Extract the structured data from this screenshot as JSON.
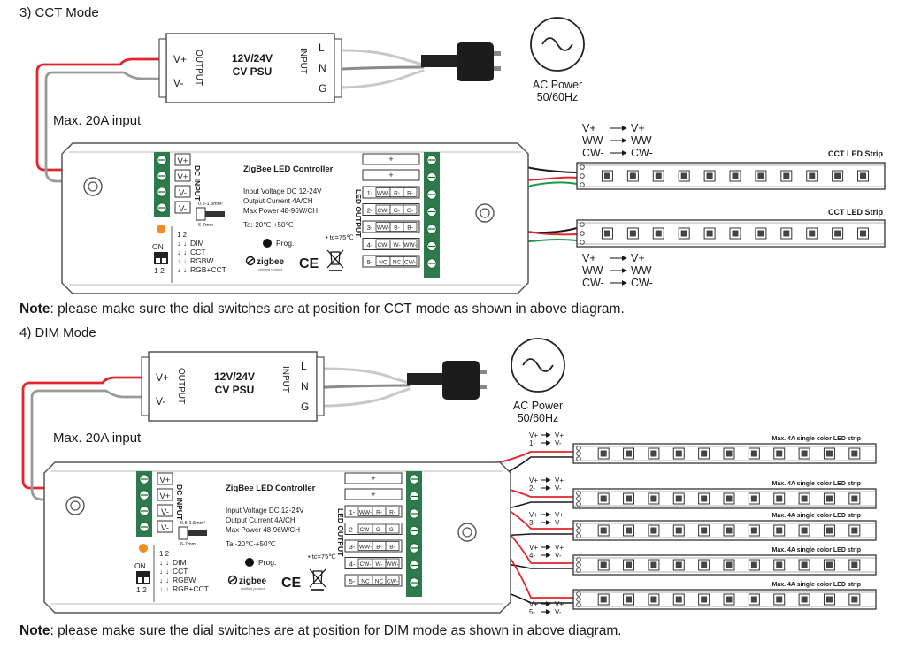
{
  "sections": [
    {
      "title": "3) CCT Mode",
      "note_bold": "Note",
      "note_text": ": please make sure the dial switches are at position for CCT mode as shown in above diagram.",
      "max_input": "Max. 20A input",
      "strip_label": "CCT LED Strip",
      "strip_mapping": [
        "V+",
        "WW-",
        "CW-"
      ]
    },
    {
      "title": "4) DIM Mode",
      "note_bold": "Note",
      "note_text": ": please make sure the dial switches are at position for DIM mode as shown in above diagram.",
      "max_input": "Max. 20A input",
      "strip_label": "Max. 4A single color LED strip",
      "dim_channels": [
        {
          "plus": "V+",
          "minus": "1-"
        },
        {
          "plus": "V+",
          "minus": "2-"
        },
        {
          "plus": "V+",
          "minus": "3-"
        },
        {
          "plus": "V+",
          "minus": "4-"
        },
        {
          "plus": "V+",
          "minus": "5-"
        }
      ],
      "dim_target": [
        "V+",
        "V-"
      ]
    }
  ],
  "psu": {
    "title_line1": "12V/24V",
    "title_line2": "CV PSU",
    "output_label": "OUTPUT",
    "input_label": "INPUT",
    "vplus": "V+",
    "vminus": "V-",
    "l": "L",
    "n": "N",
    "g": "G"
  },
  "ac_power": {
    "line1": "AC Power",
    "line2": "50/60Hz"
  },
  "controller": {
    "title": "ZigBee LED Controller",
    "spec1": "Input Voltage DC 12-24V",
    "spec2": "Output Current 4A/CH",
    "spec3": "Max Power 48-96W/CH",
    "spec4": "Ta:-20℃-+50℃",
    "tc": "• tc=75℃",
    "prog": "Prog.",
    "dc_input": "DC INPUT",
    "led_output": "LED OUTPUT",
    "wire_size": "0.5-1.5mm²",
    "strip_len": "6-7mm",
    "on": "ON",
    "dip_numbers": "1 2",
    "modes": [
      "DIM",
      "CCT",
      "RGBW",
      "RGB+CCT"
    ],
    "zigbee": "zigbee",
    "zigbee_sub": "certified product",
    "ce": "CE",
    "input_terminals": [
      "V+",
      "V+",
      "V-",
      "V-"
    ],
    "output_rows": [
      {
        "num": "1-",
        "cells": [
          "WW-",
          "R-",
          "R-"
        ]
      },
      {
        "num": "2-",
        "cells": [
          "CW-",
          "G-",
          "G-"
        ]
      },
      {
        "num": "3-",
        "cells": [
          "WW-",
          "B-",
          "B-"
        ]
      },
      {
        "num": "4-",
        "cells": [
          "CW-",
          "W-",
          "WW-"
        ]
      },
      {
        "num": "5-",
        "cells": [
          "NC",
          "NC",
          "CW-"
        ]
      }
    ],
    "plus": "+"
  },
  "colors": {
    "red": "#e3262d",
    "green": "#1a9a4a",
    "grey": "#9a9a9a",
    "black": "#1a1a1a",
    "orange": "#f08a24",
    "terminal": "#2f7a4a"
  }
}
